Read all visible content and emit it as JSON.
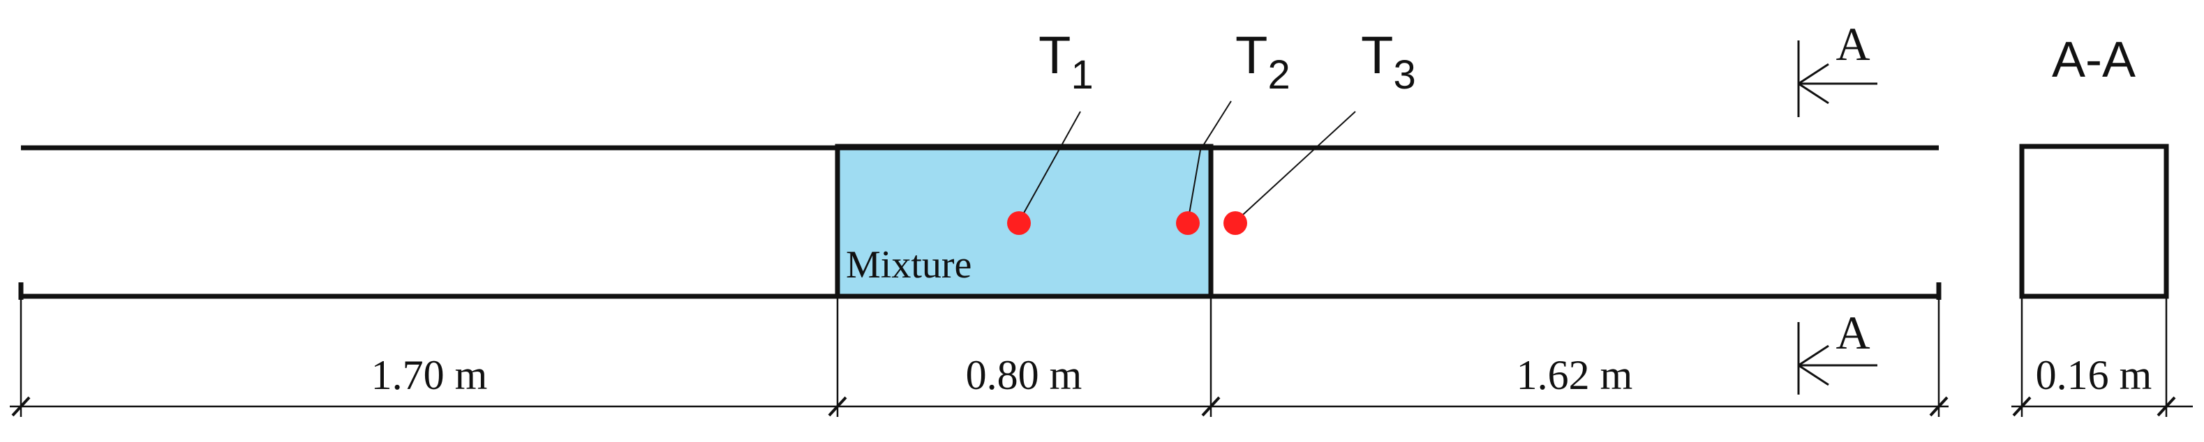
{
  "tube": {
    "mixture_label": "Mixture",
    "fill_color": "#9fdcf2",
    "line_color": "#111111"
  },
  "sensors": {
    "color": "#ff1f1f",
    "labels": [
      {
        "base": "T",
        "sub": "1"
      },
      {
        "base": "T",
        "sub": "2"
      },
      {
        "base": "T",
        "sub": "3"
      }
    ]
  },
  "dimensions": {
    "seg_left": "1.70 m",
    "seg_mid": "0.80 m",
    "seg_right": "1.62 m",
    "section_width": "0.16 m"
  },
  "section": {
    "marker_top": "A",
    "marker_bottom": "A",
    "title": "A-A"
  }
}
